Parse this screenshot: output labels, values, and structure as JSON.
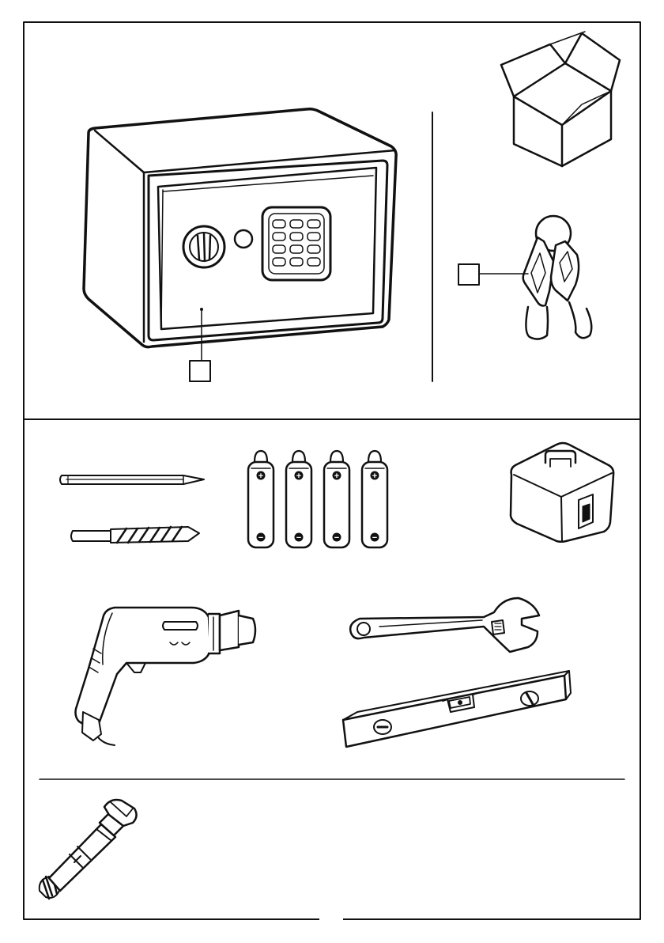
{
  "colors": {
    "ink": "#111111",
    "paper": "#ffffff",
    "panel_gray": "#e8e8e8"
  },
  "sections": [
    {
      "name": "package-contents",
      "items": [
        {
          "icon": "safe-icon",
          "callout": ""
        },
        {
          "icon": "keys-icon",
          "callout": ""
        },
        {
          "icon": "box-icon"
        }
      ]
    },
    {
      "name": "required-tools",
      "items": [
        {
          "icon": "pencil-icon"
        },
        {
          "icon": "drill-bit-icon"
        },
        {
          "icon": "battery-icon",
          "count": 4,
          "plus": "+",
          "minus": "−"
        },
        {
          "icon": "toolbox-icon"
        },
        {
          "icon": "power-drill-icon"
        },
        {
          "icon": "adjustable-wrench-icon"
        },
        {
          "icon": "spirit-level-icon"
        },
        {
          "icon": "expansion-bolt-icon"
        }
      ]
    }
  ]
}
